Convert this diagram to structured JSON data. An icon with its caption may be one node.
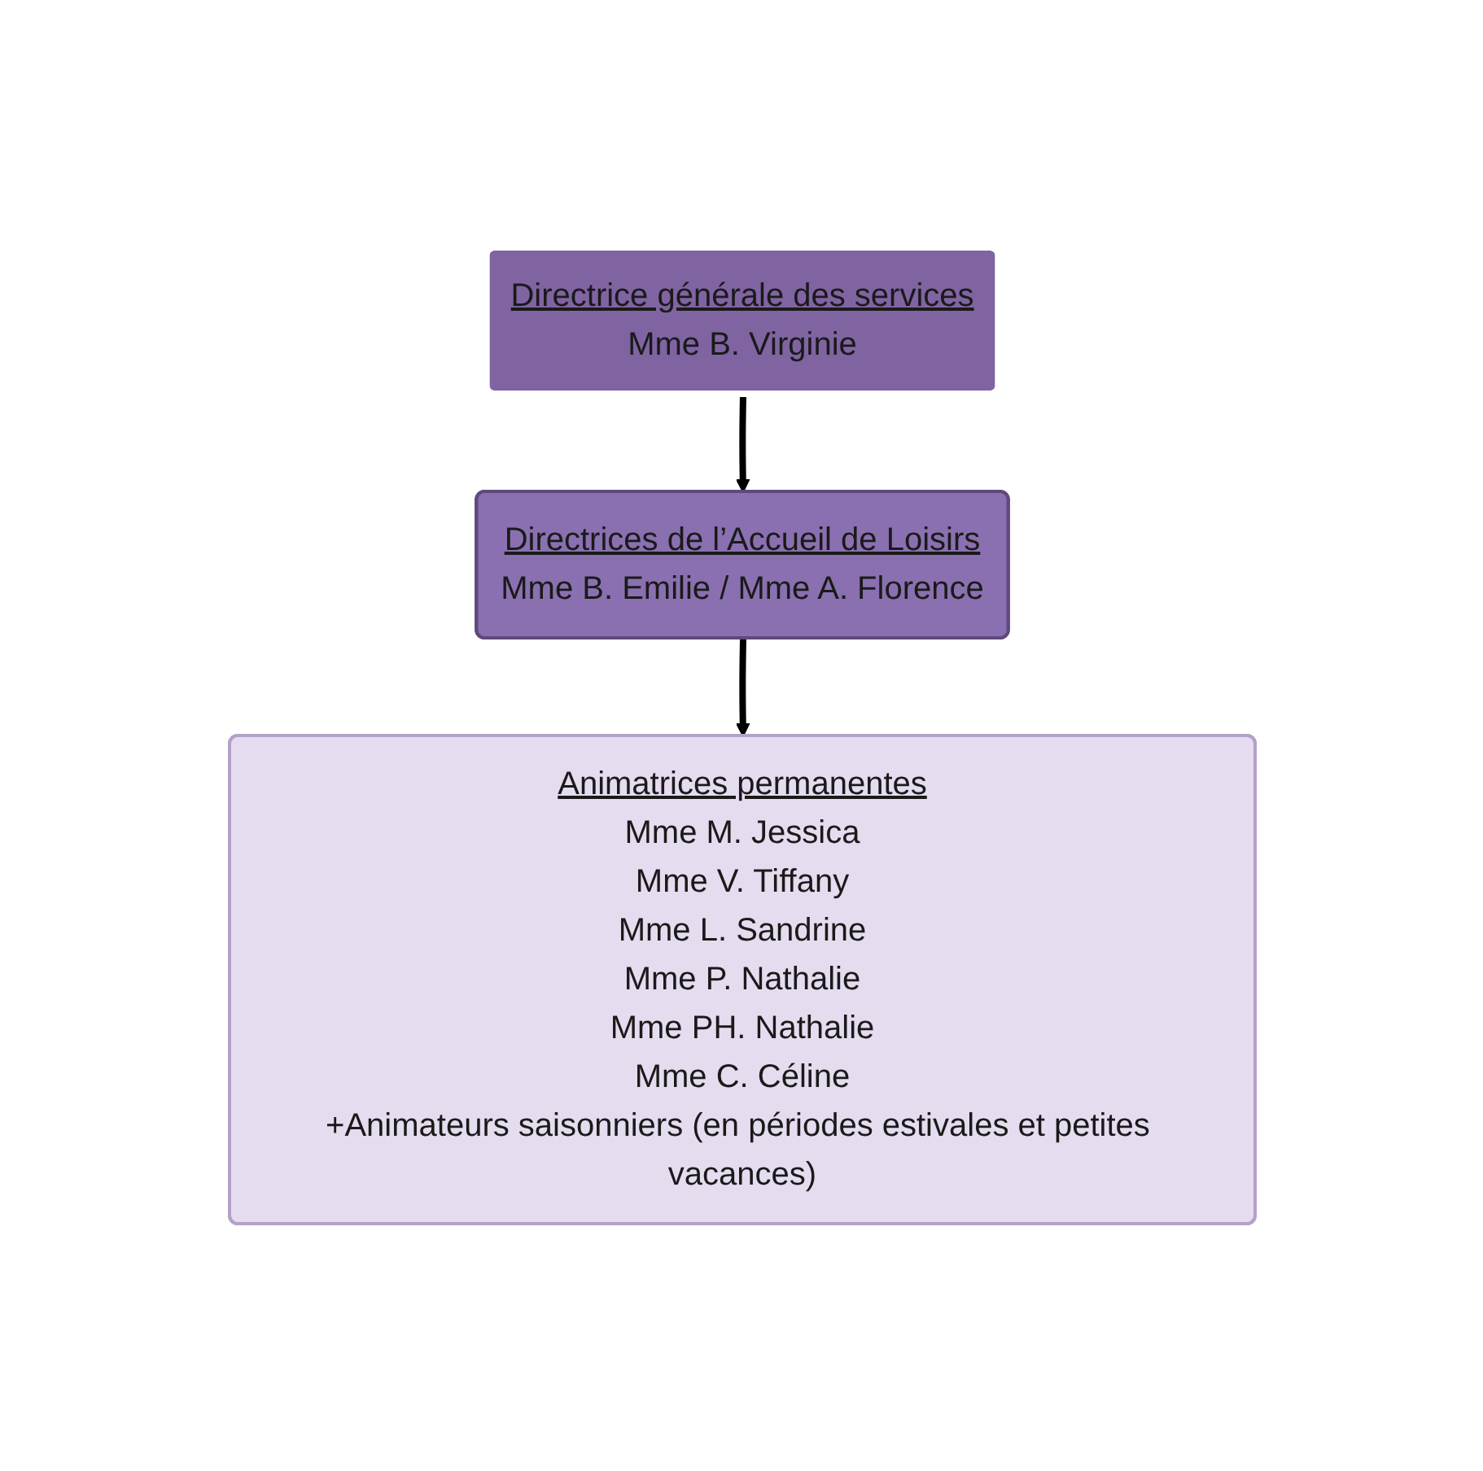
{
  "diagram": {
    "nodes": [
      {
        "text": [
          "Directrice générale des services",
          "Mme B. Virginie"
        ]
      },
      {
        "text": [
          "Directrices de l’Accueil de Loisirs",
          "Mme B. Emilie / Mme A. Florence"
        ]
      },
      {
        "text": [
          "Animatrices permanentes",
          "Mme M. Jessica",
          "Mme V. Tiffany",
          "Mme L. Sandrine",
          "Mme P. Nathalie",
          "Mme PH. Nathalie",
          "Mme C. Céline",
          "+Animateurs saisonniers (en périodes estivales et petites vacances)"
        ]
      }
    ],
    "edges": [
      {
        "from": 0,
        "to": 1,
        "arrow": "to"
      },
      {
        "from": 1,
        "to": 2,
        "arrow": "to"
      }
    ]
  }
}
